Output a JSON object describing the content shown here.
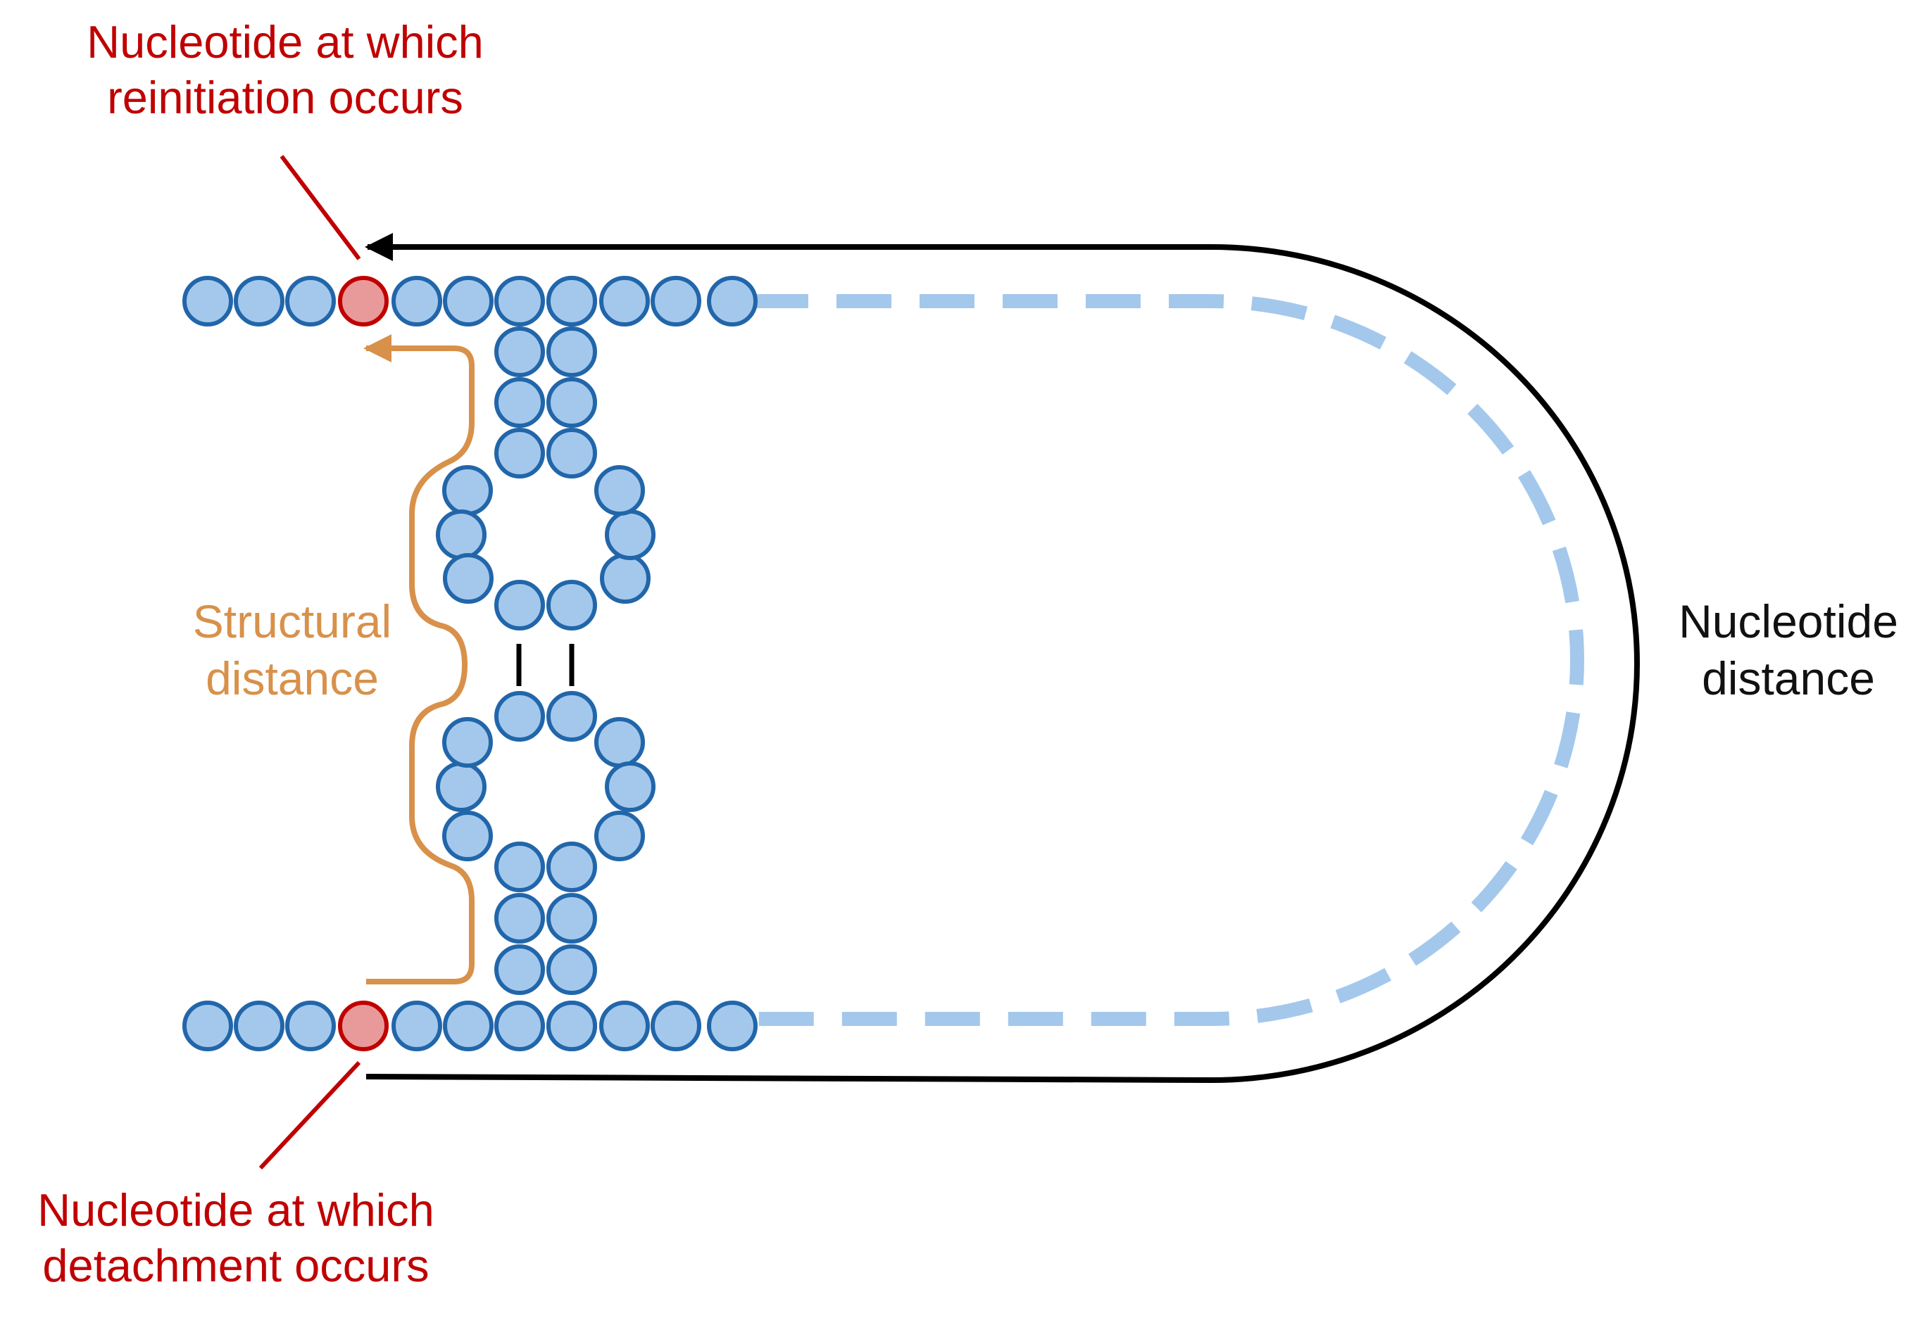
{
  "labels": {
    "reinitiation": [
      "Nucleotide at which",
      "reinitiation occurs"
    ],
    "detachment": [
      "Nucleotide at which",
      "detachment occurs"
    ],
    "structural_distance": [
      "Structural",
      "distance"
    ],
    "nucleotide_distance": [
      "Nucleotide",
      "distance"
    ]
  },
  "colors": {
    "nucleotide_fill": "#A4C8EC",
    "nucleotide_stroke": "#2266AA",
    "marked_fill": "#E89A9A",
    "marked_stroke": "#C00000",
    "dashed_backbone": "#A4C8EC",
    "structural_arrow": "#D8914A",
    "nucleotide_arrow": "#000000",
    "pointer_lines": "#C00000"
  }
}
